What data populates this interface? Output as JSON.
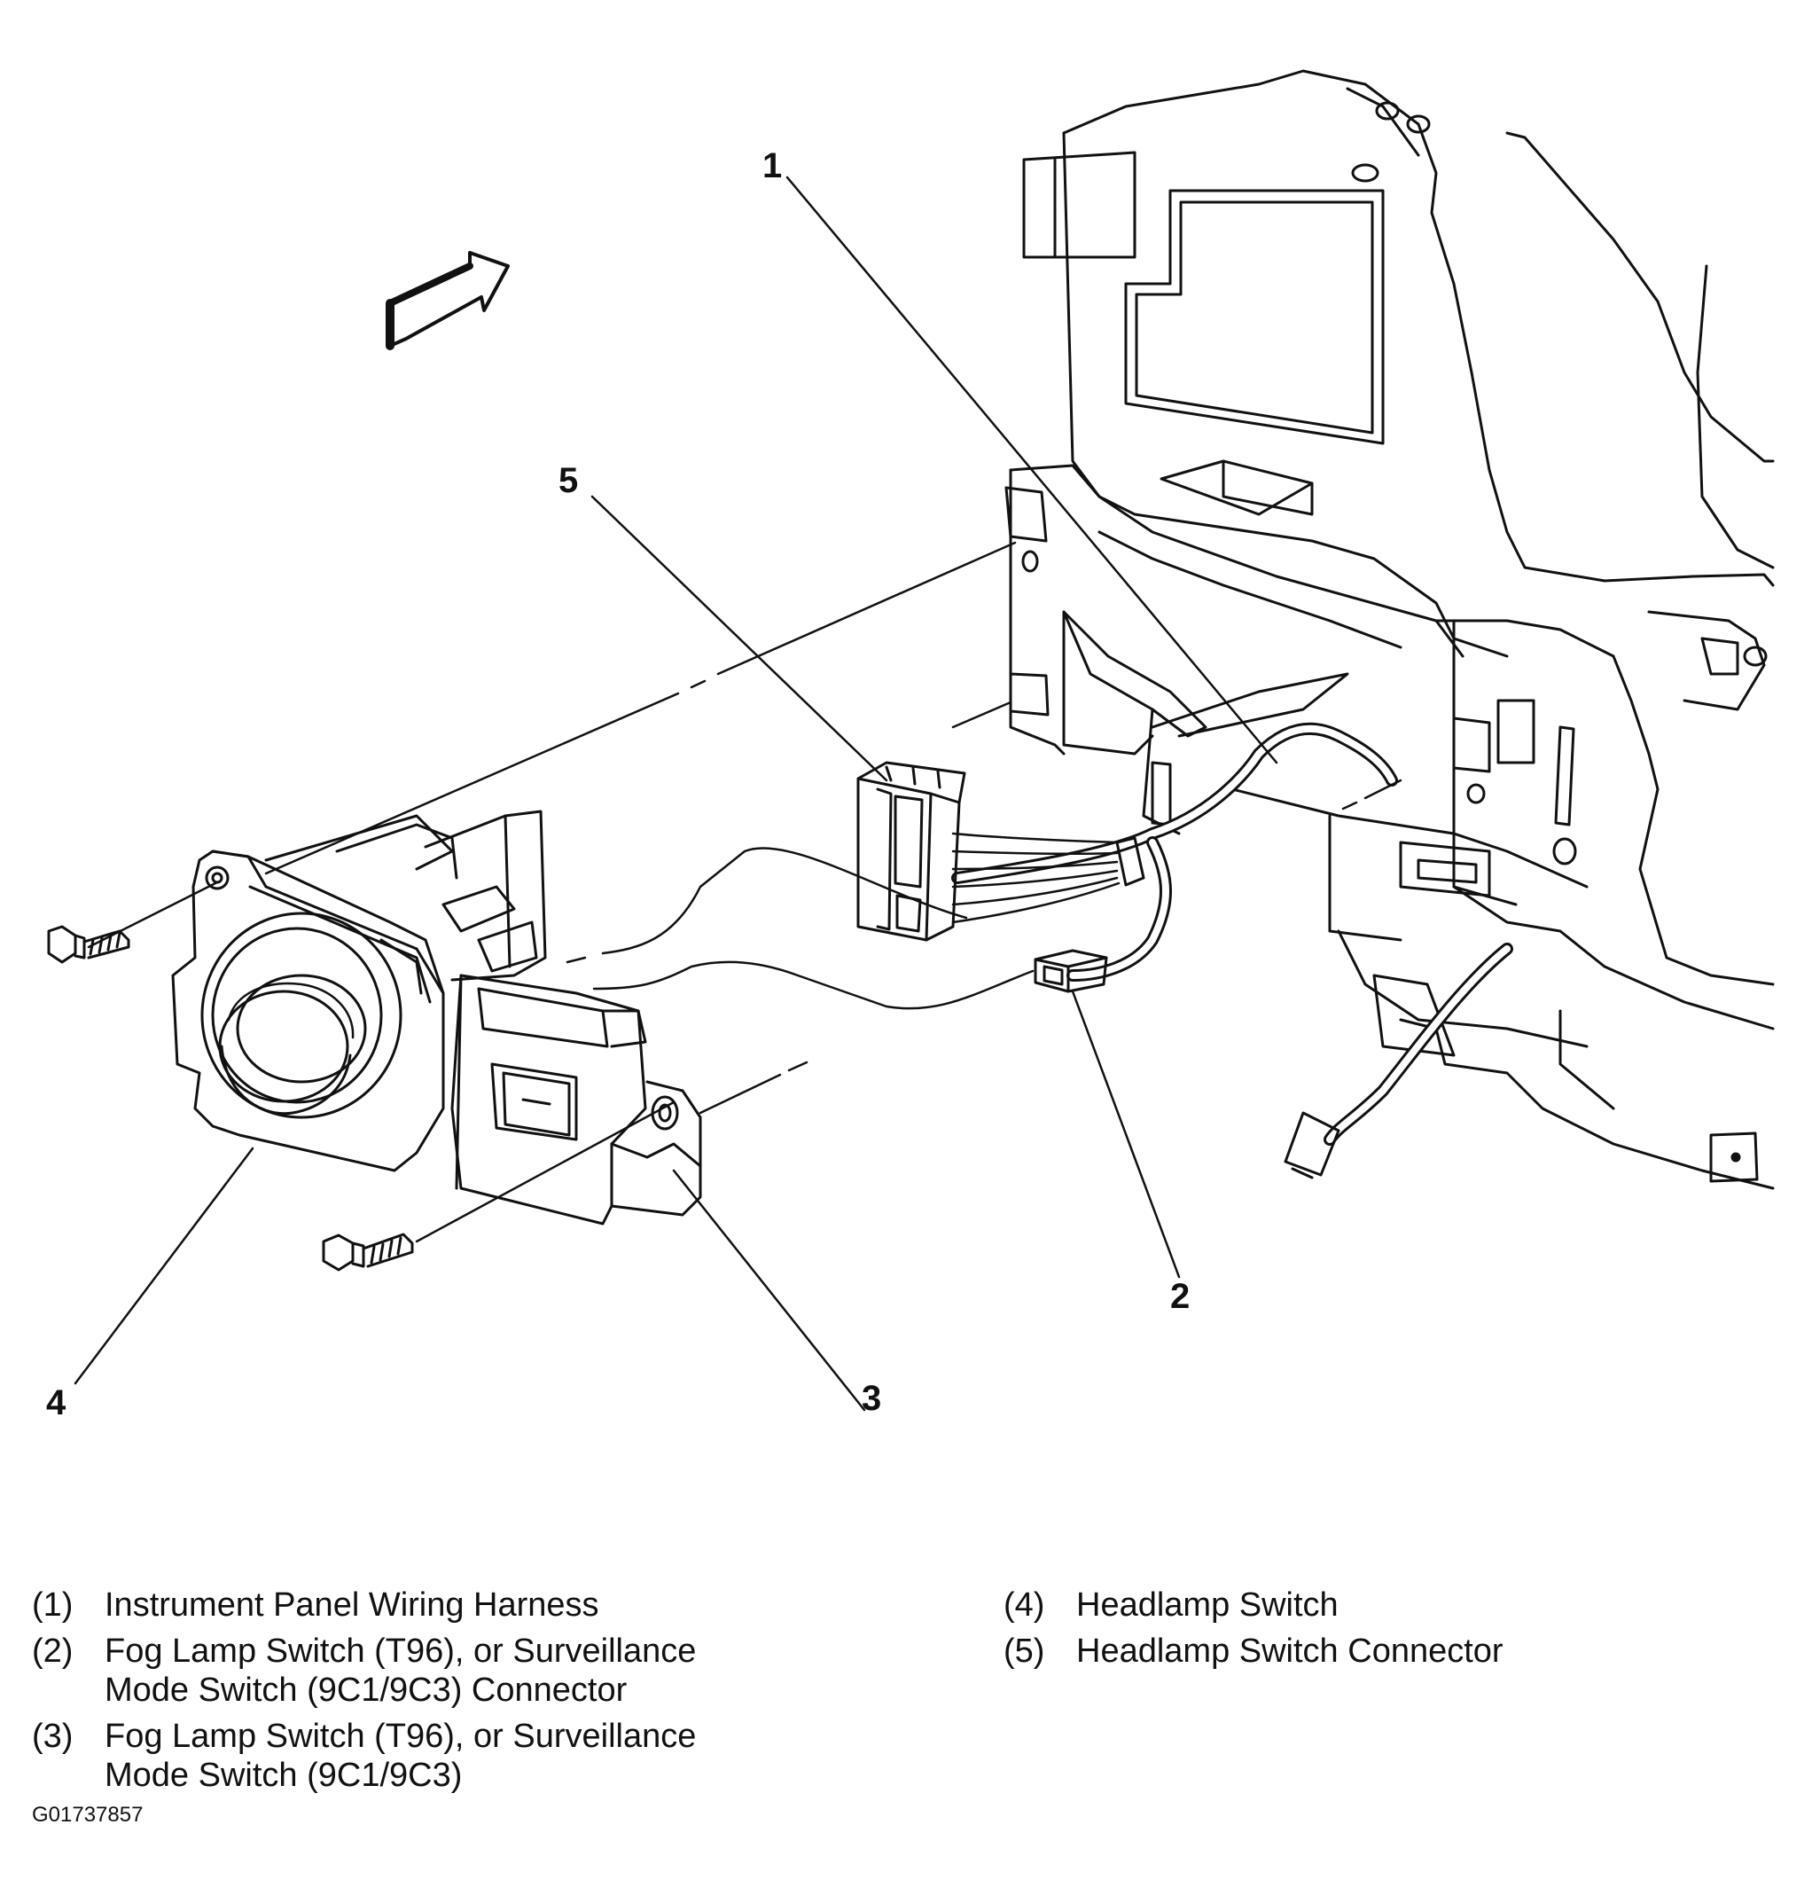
{
  "callouts": {
    "c1": "1",
    "c2": "2",
    "c3": "3",
    "c4": "4",
    "c5": "5"
  },
  "legend": [
    {
      "num": "(1)",
      "text": "Instrument Panel Wiring Harness"
    },
    {
      "num": "(2)",
      "text": "Fog Lamp Switch (T96), or Surveillance Mode Switch (9C1/9C3) Connector"
    },
    {
      "num": "(3)",
      "text": "Fog Lamp Switch (T96), or Surveillance Mode Switch (9C1/9C3)"
    },
    {
      "num": "(4)",
      "text": "Headlamp Switch"
    },
    {
      "num": "(5)",
      "text": "Headlamp Switch Connector"
    }
  ],
  "figure_id": "G01737857"
}
